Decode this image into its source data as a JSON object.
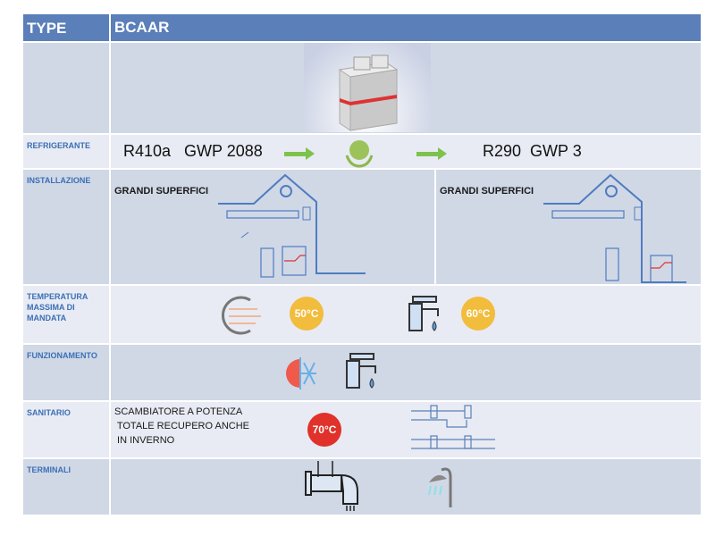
{
  "header": {
    "type_label": "TYPE",
    "model_label": "BCAAR"
  },
  "rows": {
    "image": {
      "label": "",
      "image": "heat-pump-unit"
    },
    "refrigerante": {
      "label": "REFRIGERANTE",
      "old": "R410a   GWP 2088",
      "new": "R290  GWP 3",
      "icon": "eco-globe-hands-icon"
    },
    "installazione": {
      "label": "INSTALLAZIONE",
      "left_text": "GRANDI SUPERFICI",
      "right_text": "GRANDI SUPERFICI"
    },
    "temperatura": {
      "label_lines": [
        "TEMPERATURA",
        "MASSIMA DI",
        "MANDATA"
      ],
      "air_temp": "50°C",
      "water_temp": "60°C"
    },
    "funzionamento": {
      "label": "FUNZIONAMENTO"
    },
    "sanitario": {
      "label": "SANITARIO",
      "text_lines": [
        "SCAMBIATORE A POTENZA",
        " TOTALE RECUPERO ANCHE",
        " IN INVERNO"
      ],
      "temp": "70°C"
    },
    "terminali": {
      "label": "TERMINALI"
    }
  },
  "colors": {
    "header": "#5b7fb8",
    "label": "#3b6fb5",
    "arrow": "#7dc24b",
    "badge_yellow": "#f2bc3c",
    "badge_red": "#e0312a"
  }
}
